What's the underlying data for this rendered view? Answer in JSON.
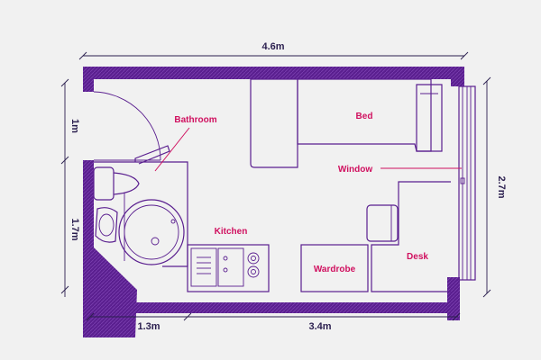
{
  "dimensions": {
    "total_width": "4.6m",
    "depth": "2.7m",
    "door": "1m",
    "bathroom_depth": "1.7m",
    "bathroom_width": "1.3m",
    "room_width": "3.4m"
  },
  "rooms": {
    "bathroom": "Bathroom",
    "bed": "Bed",
    "window": "Window",
    "kitchen": "Kitchen",
    "wardrobe": "Wardrobe",
    "desk": "Desk"
  },
  "colors": {
    "wall": "#5a1f8f",
    "label": "#d0105f",
    "background": "#f1f1f1"
  }
}
